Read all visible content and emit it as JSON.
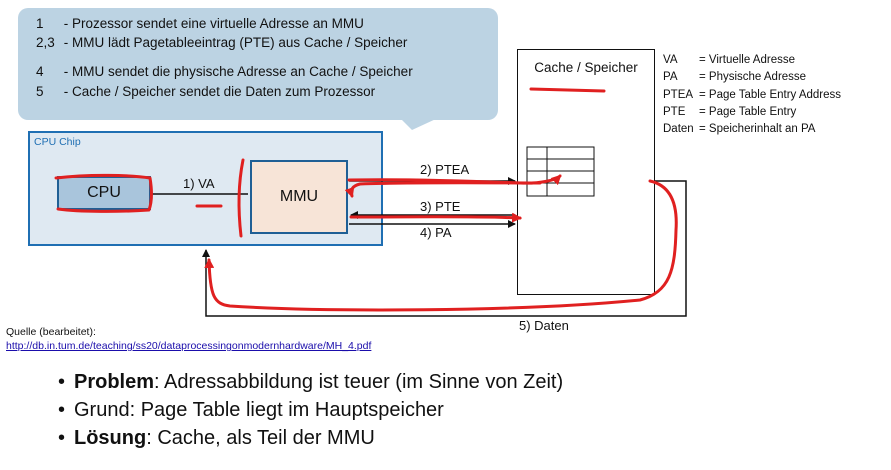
{
  "callout": {
    "steps": [
      {
        "num": "1",
        "text": "- Prozessor sendet eine virtuelle Adresse an MMU"
      },
      {
        "num": "2,3",
        "text": "- MMU lädt Pagetableeintrag (PTE) aus Cache / Speicher"
      },
      {
        "num": "4",
        "text": "- MMU sendet die physische Adresse an Cache / Speicher"
      },
      {
        "num": "5",
        "text": "- Cache / Speicher sendet die Daten zum Prozessor"
      }
    ]
  },
  "diagram": {
    "chip_label": "CPU Chip",
    "cpu_label": "CPU",
    "mmu_label": "MMU",
    "cache_label": "Cache / Speicher",
    "arrow_va": "1) VA",
    "arrow_ptea": "2) PTEA",
    "arrow_pte": "3) PTE",
    "arrow_pa": "4) PA",
    "arrow_daten": "5) Daten"
  },
  "legend": [
    {
      "key": "VA",
      "value": "= Virtuelle Adresse"
    },
    {
      "key": "PA",
      "value": "= Physische Adresse"
    },
    {
      "key": "PTEA",
      "value": "= Page Table Entry Address"
    },
    {
      "key": "PTE",
      "value": "= Page Table Entry"
    },
    {
      "key": "Daten",
      "value": "= Speicherinhalt an PA"
    }
  ],
  "source": {
    "label": "Quelle (bearbeitet):",
    "url": "http://db.in.tum.de/teaching/ss20/dataprocessingonmodernhardware/MH_4.pdf"
  },
  "bullets": [
    {
      "bold": "Problem",
      "rest": ": Adressabbildung ist teuer (im Sinne von Zeit)"
    },
    {
      "bold": "",
      "rest": "Grund: Page Table liegt im Hauptspeicher"
    },
    {
      "bold": "Lösung",
      "rest": ": Cache, als Teil der MMU"
    }
  ],
  "colors": {
    "annotation_red": "#e02020",
    "chip_border": "#1f6fb3",
    "callout_bg": "#bcd3e3"
  }
}
